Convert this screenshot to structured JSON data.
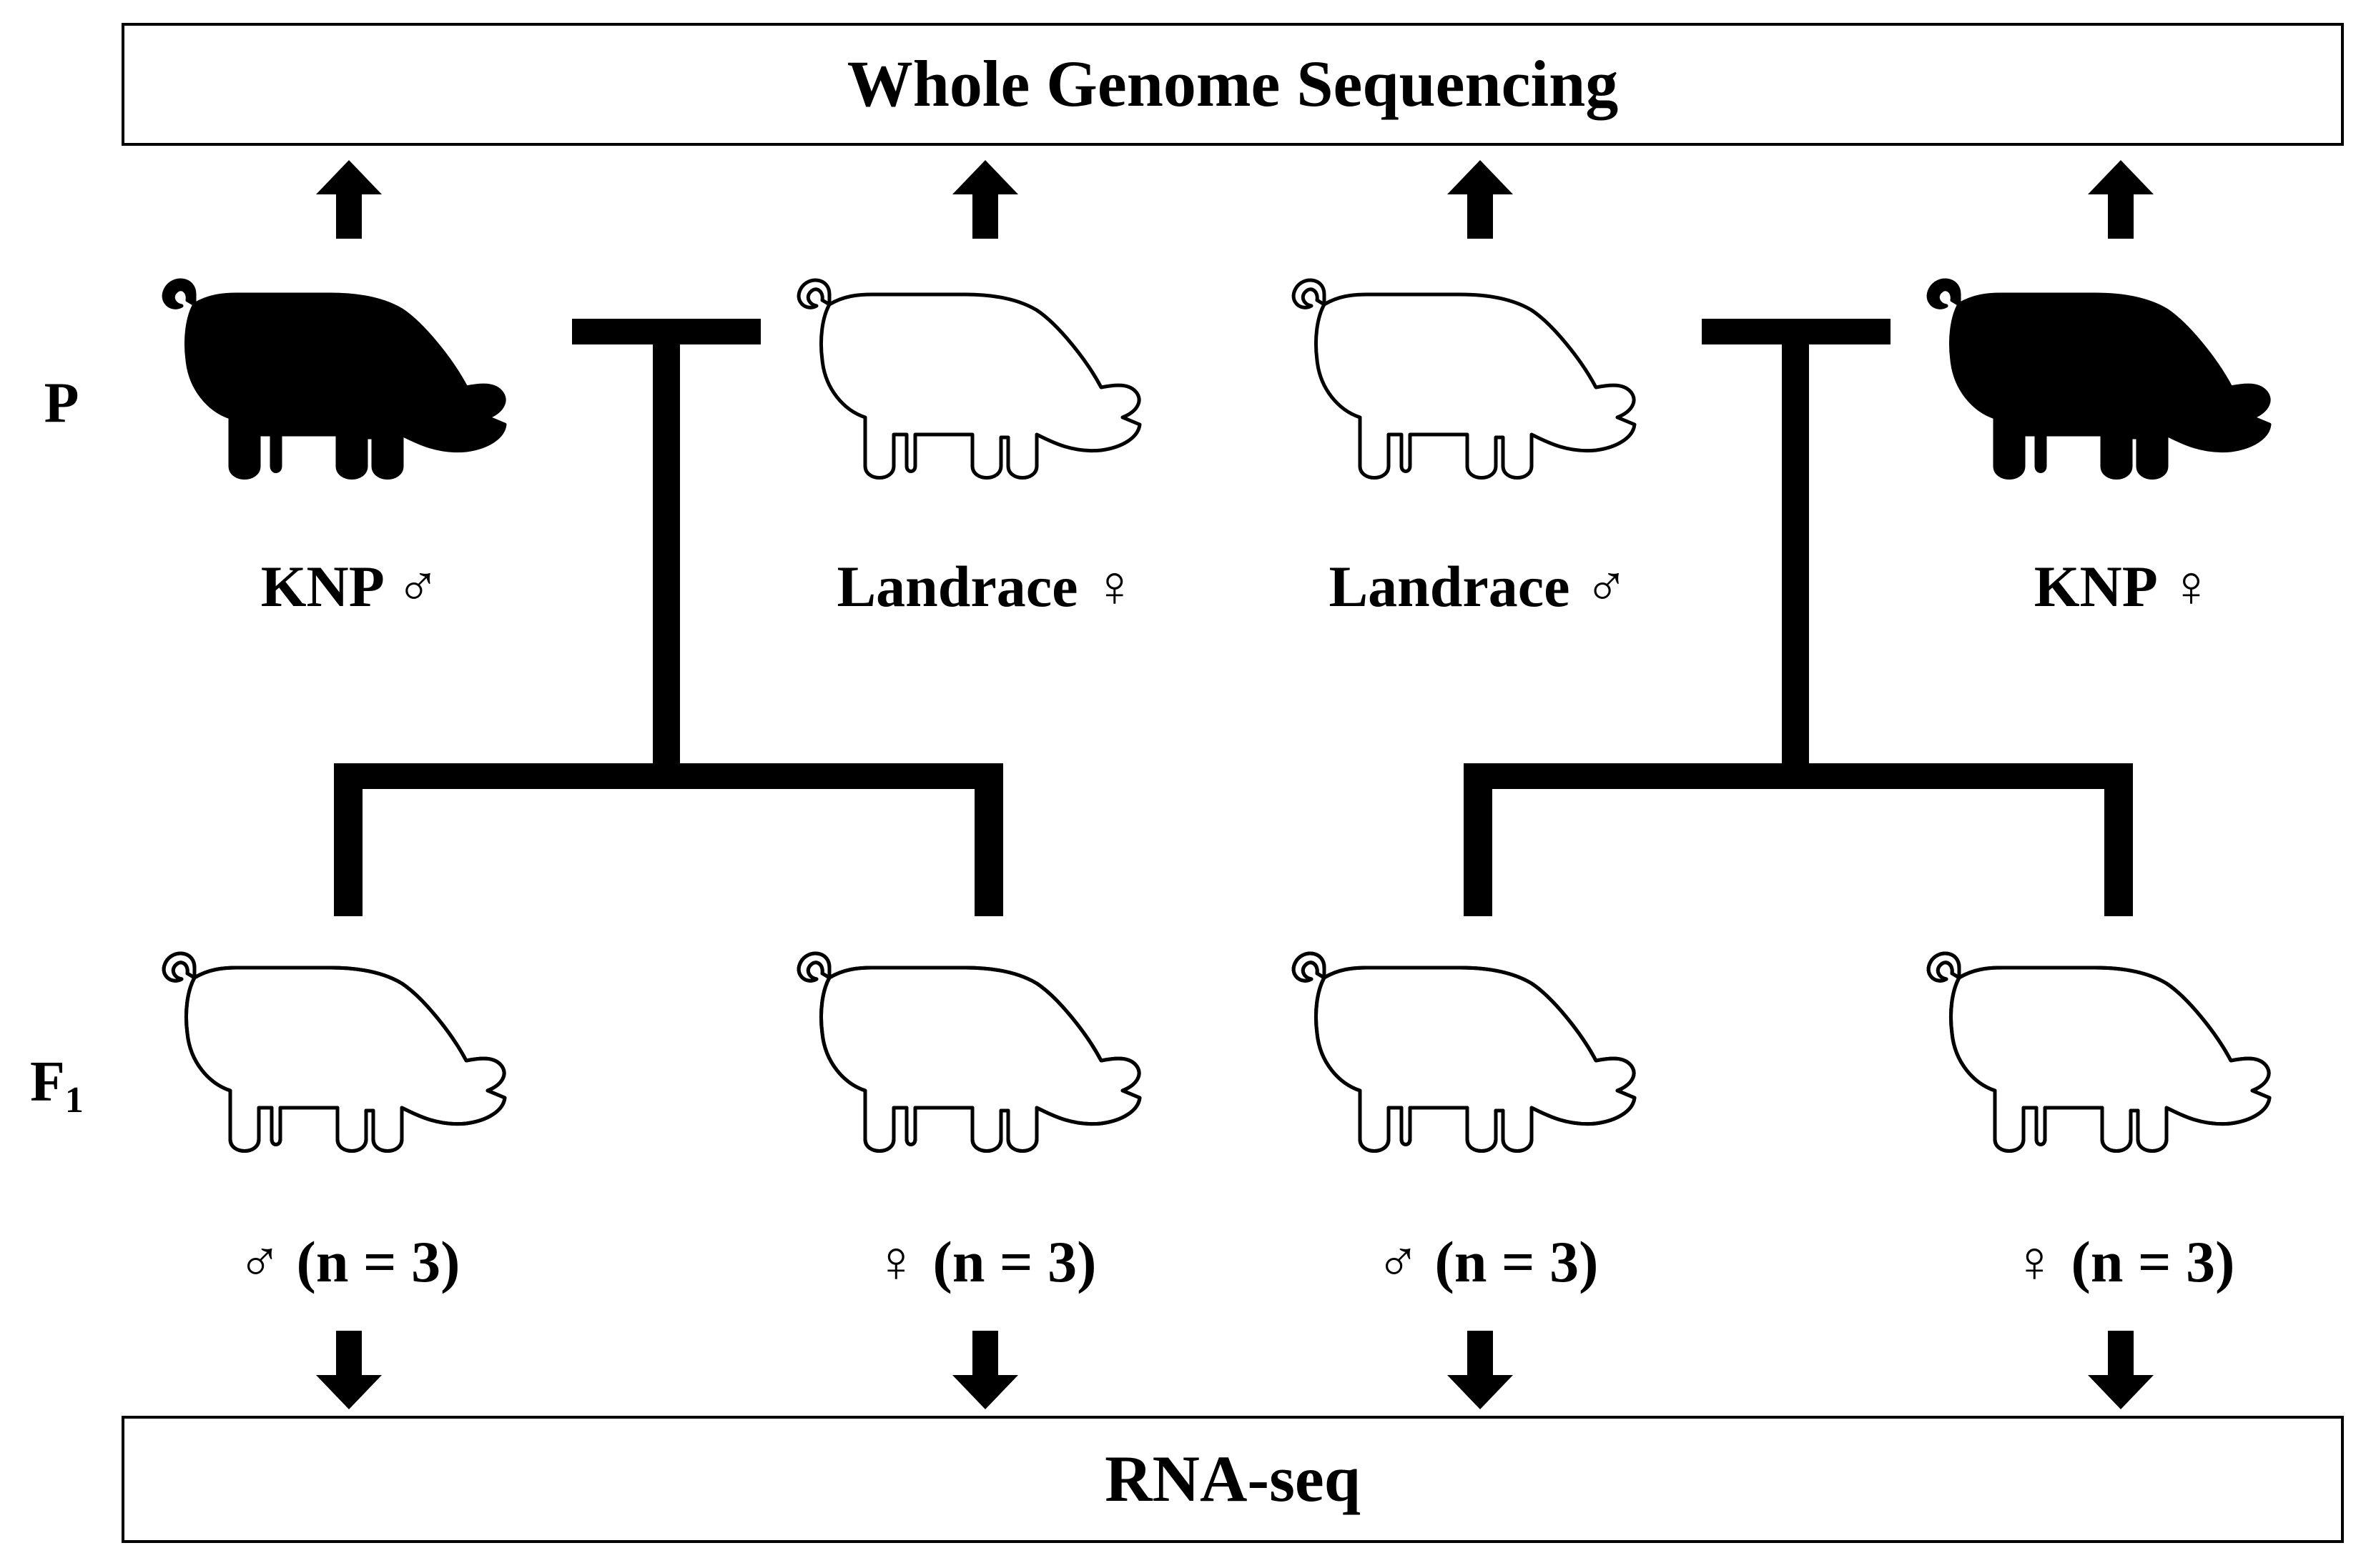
{
  "colors": {
    "ink": "#000000",
    "paper": "#ffffff"
  },
  "top_box": {
    "label": "Whole Genome Sequencing"
  },
  "bottom_box": {
    "label": "RNA-seq"
  },
  "generations": {
    "parent": "P",
    "filial_base": "F",
    "filial_sub": "1"
  },
  "parents": [
    {
      "label": "KNP ♂",
      "breed": "KNP",
      "fill": "solid",
      "icon": "pig-icon"
    },
    {
      "label": "Landrace ♀",
      "breed": "Landrace",
      "fill": "outline",
      "icon": "pig-icon"
    },
    {
      "label": "Landrace ♂",
      "breed": "Landrace",
      "fill": "outline",
      "icon": "pig-icon"
    },
    {
      "label": "KNP ♀",
      "breed": "KNP",
      "fill": "solid",
      "icon": "pig-icon"
    }
  ],
  "offspring": [
    {
      "label": "♂ (n = 3)",
      "fill": "half",
      "icon": "hybrid-pig-icon"
    },
    {
      "label": "♀ (n = 3)",
      "fill": "half",
      "icon": "hybrid-pig-icon"
    },
    {
      "label": "♂ (n = 3)",
      "fill": "half",
      "icon": "hybrid-pig-icon"
    },
    {
      "label": "♀ (n = 3)",
      "fill": "half",
      "icon": "hybrid-pig-icon"
    }
  ]
}
